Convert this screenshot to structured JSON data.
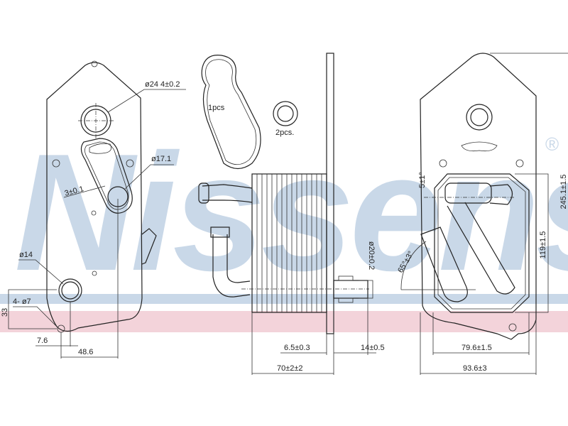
{
  "watermark": {
    "brand": "Nissens",
    "registered": "®",
    "band_colors": [
      "#c9d8e8",
      "#f3d3da"
    ]
  },
  "left_view": {
    "dia_main": "ø24 4±0.2",
    "dia_outlet": "ø17.1",
    "gasket_width": "3±0.1",
    "dia_small": "ø14",
    "holes": "4- ø7",
    "offset_v": "33",
    "offset_h": "7.6",
    "span": "48.6"
  },
  "middle_view": {
    "gasket_qty": "1pcs",
    "ring_qty": "2pcs.",
    "stub_dia": "ø20±0.2",
    "plate_thickness": "6.5±0.3",
    "stub_length": "14±0.5",
    "depth": "70±2±2"
  },
  "right_view": {
    "angle_top": "5±1°",
    "angle_pipe": "65°±3°",
    "core_height": "119±1.5",
    "total_height": "245.1±1.5",
    "core_width": "79.6±1.5",
    "total_width": "93.6±3"
  }
}
